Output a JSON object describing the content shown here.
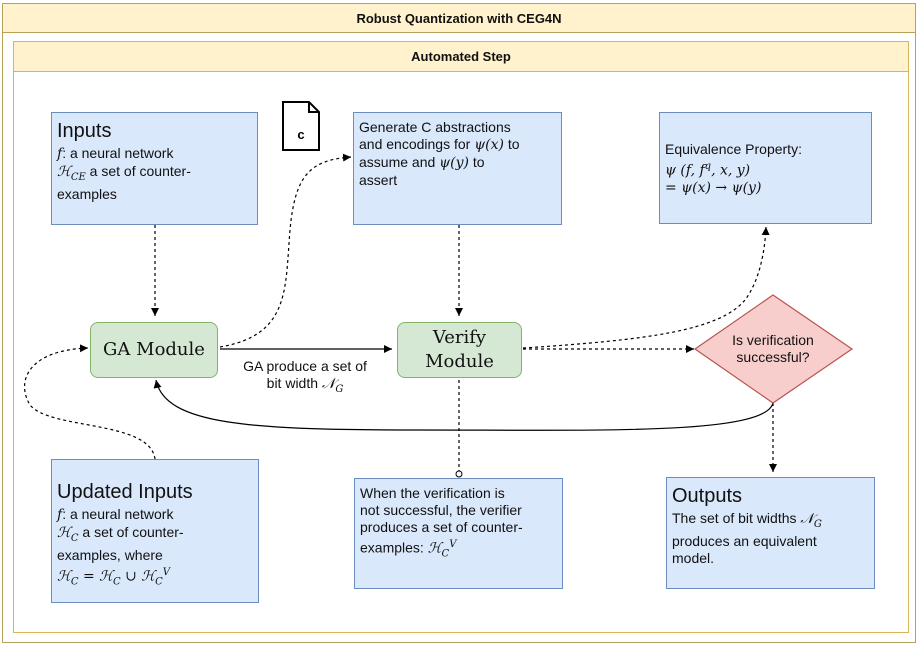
{
  "outer_title": "Robust Quantization with CEG4N",
  "inner_title": "Automated Step",
  "inputs": {
    "title": "Inputs",
    "line1_sym": "f",
    "line1_text": ": a neural network",
    "line2_sym": "ℋ",
    "line2_sub": "CE",
    "line2_text": " a set of counter-",
    "line3_text": "examples"
  },
  "file_icon_label": "c",
  "generate": {
    "text1": "Generate C abstractions",
    "text2": "and encodings for ",
    "psi_x": "ψ(x)",
    "text3": " to",
    "text4": "assume and ",
    "psi_y": "ψ(y)",
    "text5": " to",
    "text6": "assert"
  },
  "equivalence": {
    "line1": "Equivalence Property:",
    "line2": "ψ (f, f",
    "line2_sup": "q",
    "line2_rest": ", x, y)",
    "line3": "= ψ(x) → ψ(y)"
  },
  "ga_module": "GA Module",
  "verify_module_line1": "Verify",
  "verify_module_line2": "Module",
  "ga_edge_label_line1": "GA produce a set of",
  "ga_edge_label_line2": "bit width ",
  "ga_edge_sym": "𝒩",
  "ga_edge_sub": "G",
  "decision": {
    "line1": "Is verification",
    "line2": "successful?"
  },
  "updated_inputs": {
    "title": "Updated Inputs",
    "line1_sym": "f",
    "line1_text": ": a neural network",
    "line2_sym": "ℋ",
    "line2_sub": "C",
    "line2_text": " a set of counter-",
    "line3_text": "examples, where",
    "line4": "ℋ",
    "line4_sub": "C",
    "line4_mid": " = ℋ",
    "line4_sub2": "C",
    "line4_mid2": " ∪ ℋ",
    "line4_sub3": "C",
    "line4_sup3": "V"
  },
  "verifier_note": {
    "line1": "When the verification is",
    "line2": "not successful, the verifier",
    "line3": "produces a set of counter-",
    "line4": "examples: ",
    "sym": "ℋ",
    "sub": "C",
    "sup": "V"
  },
  "outputs": {
    "title": "Outputs",
    "line1a": "The set of bit widths ",
    "sym": "𝒩",
    "sub": "G",
    "line2": "produces an equivalent",
    "line3": "model."
  },
  "colors": {
    "container_fill": "#fff2cc",
    "container_stroke": "#d6b656",
    "blue_fill": "#dae8fc",
    "blue_stroke": "#6c8ebf",
    "green_fill": "#d5e8d4",
    "green_stroke": "#82b366",
    "red_fill": "#f8cecc",
    "red_stroke": "#b85450"
  }
}
